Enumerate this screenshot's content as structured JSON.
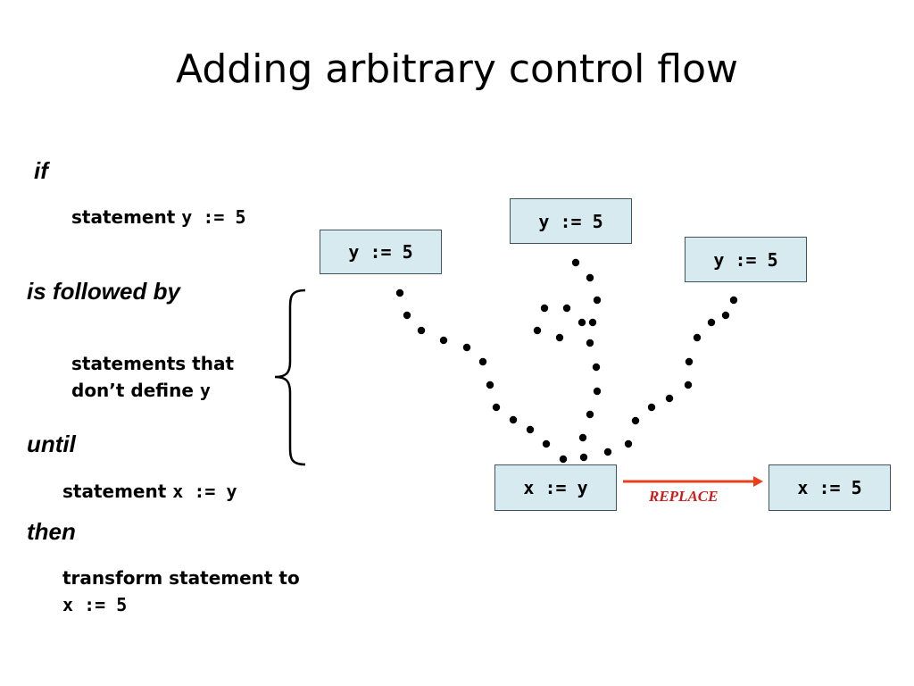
{
  "title": "Adding arbitrary control flow",
  "rule": {
    "if": "if",
    "statement_prefix": "statement",
    "statement_code": "y := 5",
    "followed_by": "is followed by",
    "non_defining_line1": "statements that",
    "non_defining_line2_prefix": "don’t define",
    "non_defining_line2_code": "y",
    "until": "until",
    "until_prefix": "statement",
    "until_code": "x := y",
    "then": "then",
    "transform_text": "transform statement to",
    "transform_code": "x := 5"
  },
  "diagram": {
    "defs": [
      "y := 5",
      "y := 5",
      "y := 5"
    ],
    "use": "x := y",
    "result": "x := 5",
    "replace_label": "REPLACE",
    "replace_color": "#e8401c",
    "box_fill": "#d6eaf0"
  }
}
